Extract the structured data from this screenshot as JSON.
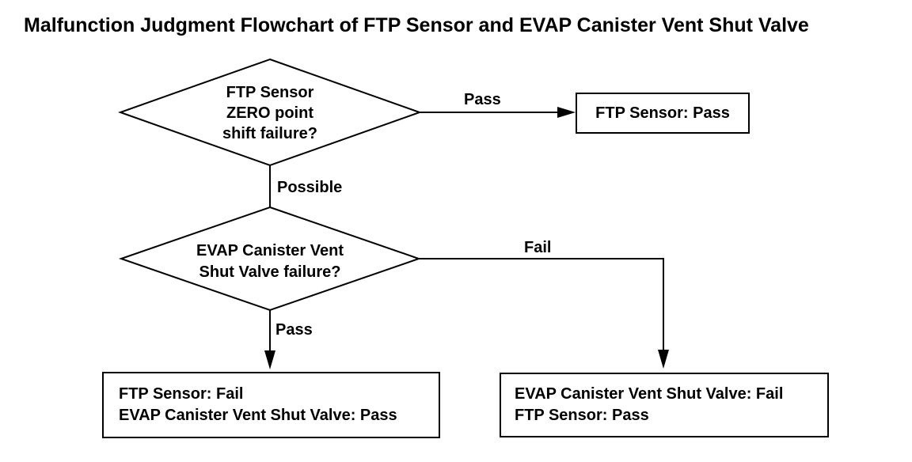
{
  "title": "Malfunction Judgment Flowchart of FTP Sensor and EVAP Canister Vent Shut Valve",
  "flowchart": {
    "decision_ftp": {
      "lines": [
        "FTP Sensor",
        "ZERO point",
        "shift failure?"
      ]
    },
    "decision_evap": {
      "lines": [
        "EVAP Canister Vent",
        "Shut Valve failure?"
      ]
    },
    "labels": {
      "ftp_pass": "Pass",
      "possible": "Possible",
      "evap_fail": "Fail",
      "evap_pass": "Pass"
    },
    "results": {
      "ftp_pass": {
        "lines": [
          "FTP Sensor: Pass"
        ]
      },
      "ftp_fail_evap_pass": {
        "lines": [
          "FTP Sensor: Fail",
          "EVAP Canister Vent Shut Valve: Pass"
        ]
      },
      "evap_fail_ftp_pass": {
        "lines": [
          "EVAP Canister Vent Shut Valve: Fail",
          "FTP Sensor: Pass"
        ]
      }
    }
  },
  "colors": {
    "background": "#ffffff",
    "line": "#000000",
    "text": "#000000"
  }
}
